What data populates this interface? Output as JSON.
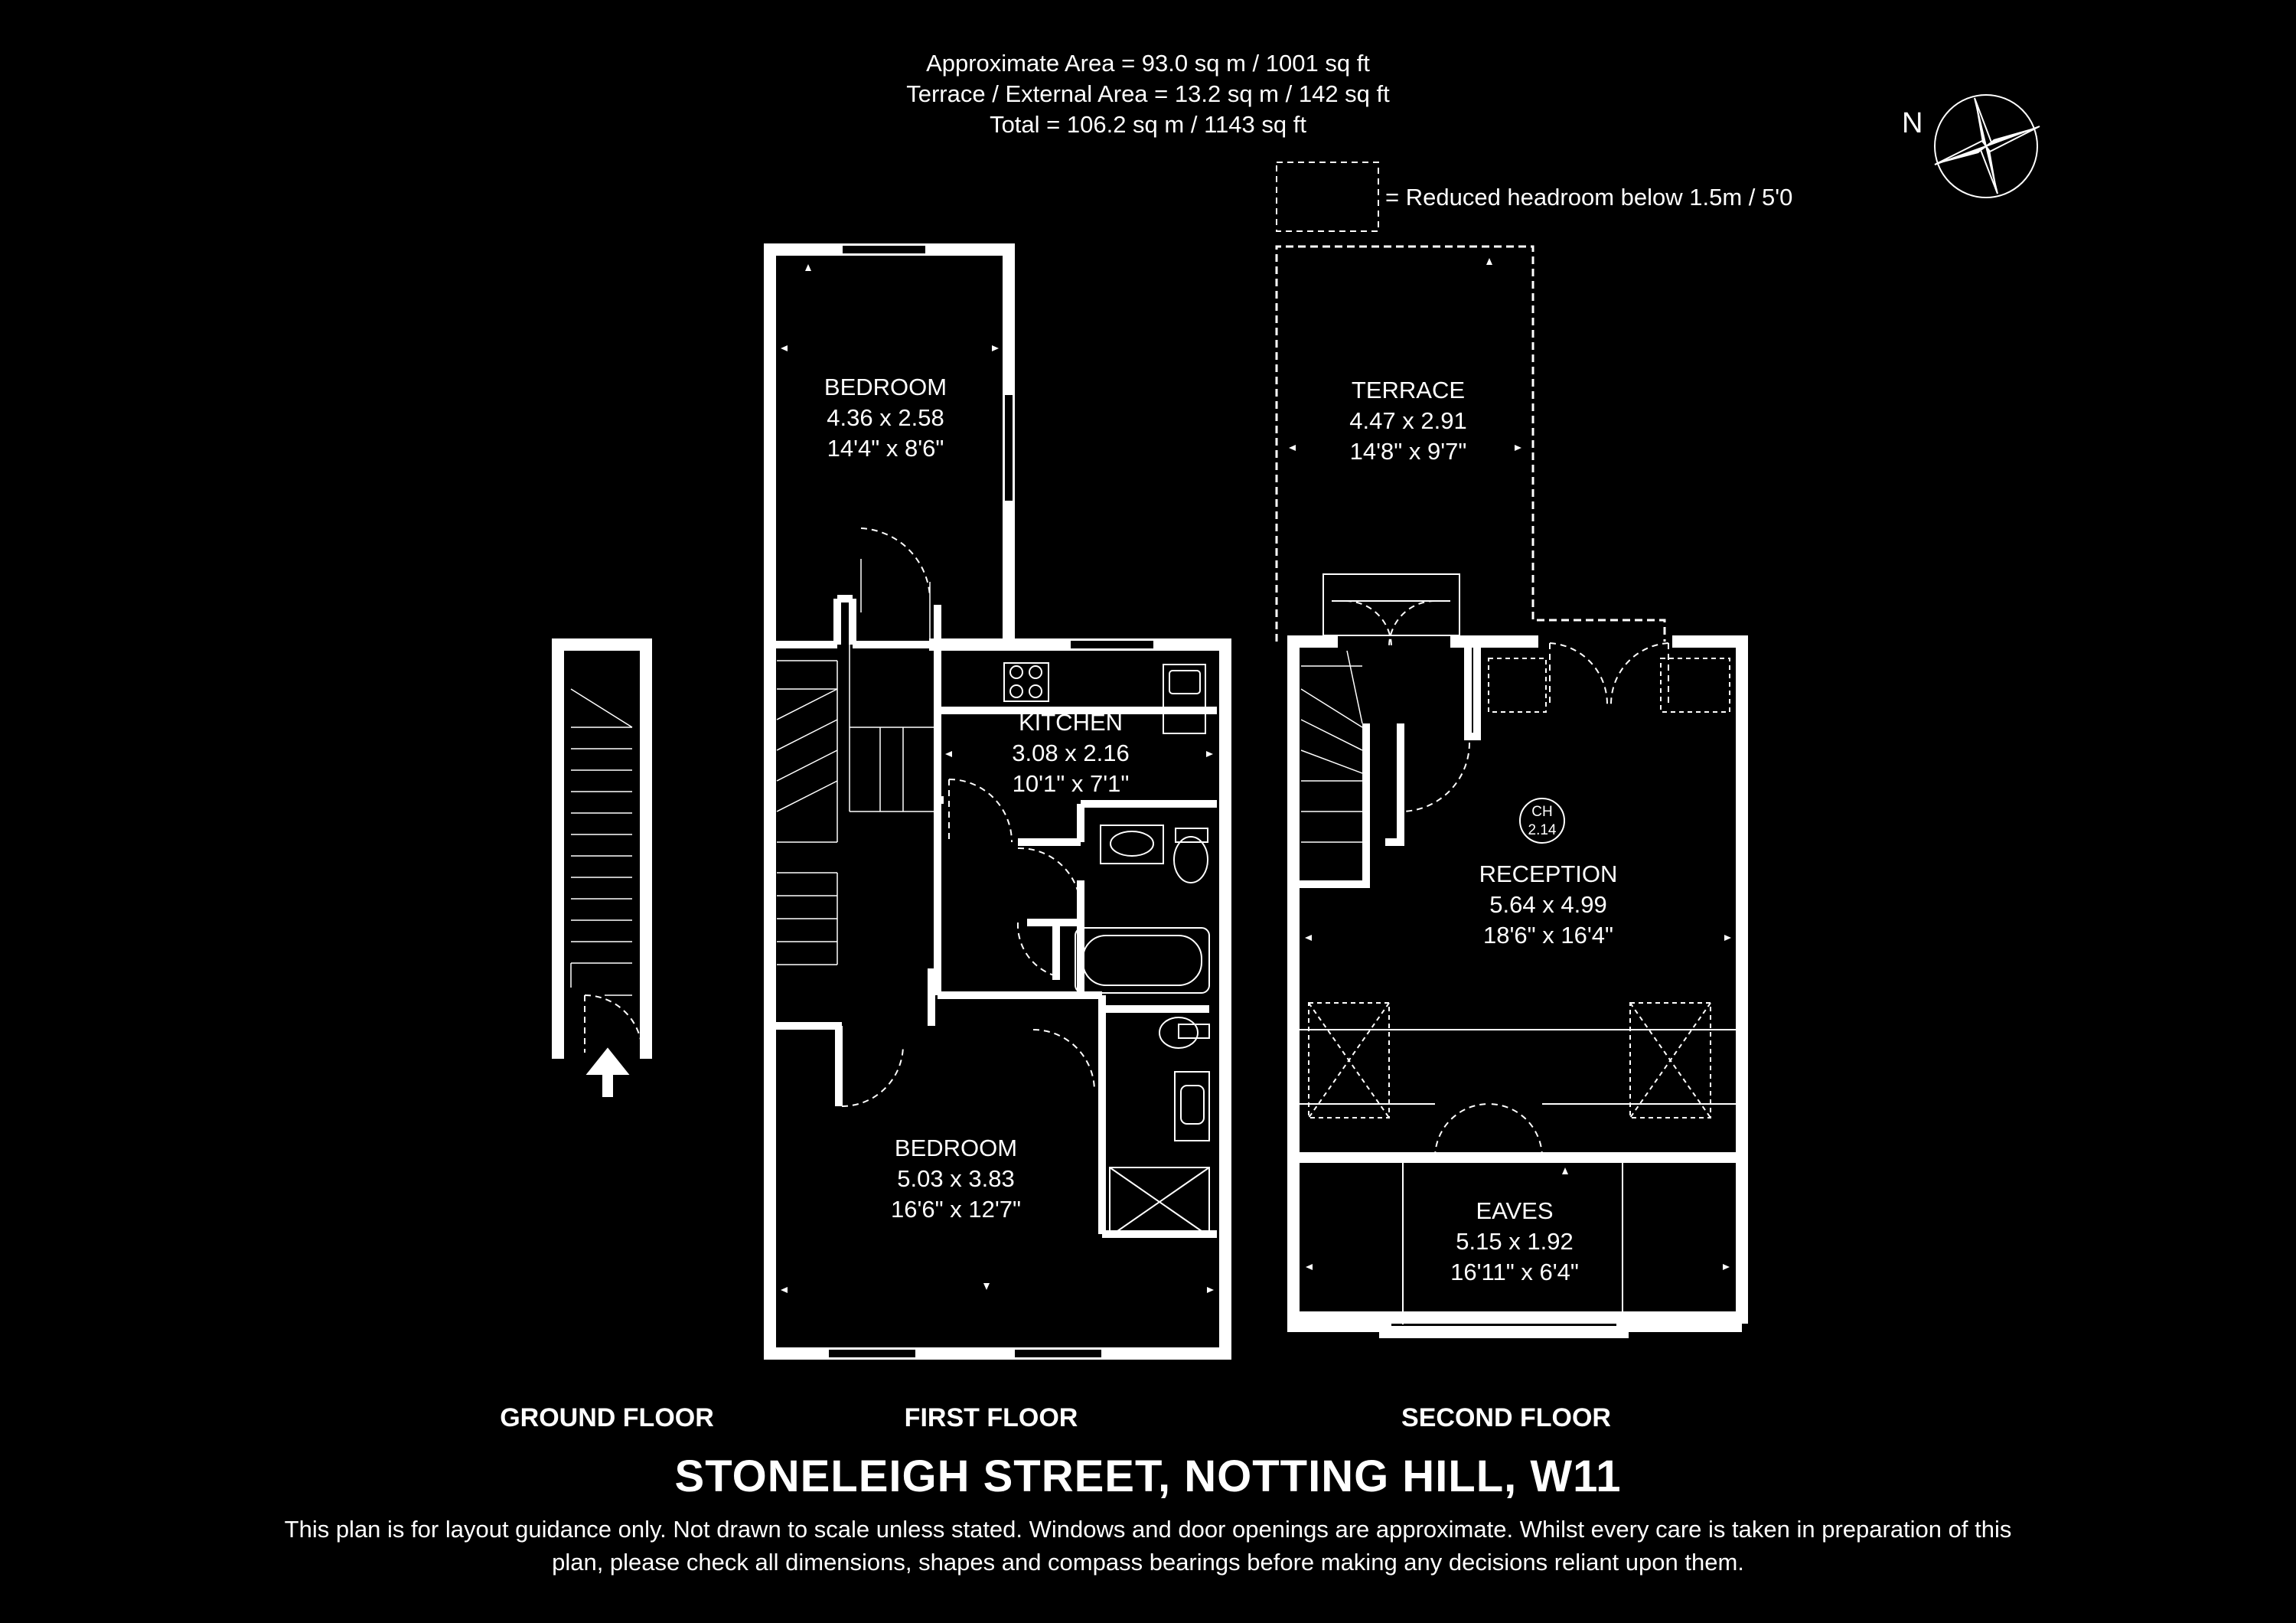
{
  "header": {
    "line1": "Approximate Area = 93.0 sq m / 1001 sq ft",
    "line2": "Terrace / External Area = 13.2 sq m / 142 sq ft",
    "line3": "Total = 106.2 sq m / 1143 sq ft"
  },
  "legend": {
    "text": "= Reduced headroom below 1.5m / 5'0"
  },
  "compass": {
    "label": "N",
    "icon": "compass-rose-icon"
  },
  "rooms": {
    "bedroom1": {
      "name": "BEDROOM",
      "metric": "4.36 x 2.58",
      "imperial": "14'4\" x 8'6\""
    },
    "kitchen": {
      "name": "KITCHEN",
      "metric": "3.08 x 2.16",
      "imperial": "10'1\" x 7'1\""
    },
    "bedroom2": {
      "name": "BEDROOM",
      "metric": "5.03 x 3.83",
      "imperial": "16'6\" x 12'7\""
    },
    "terrace": {
      "name": "TERRACE",
      "metric": "4.47 x 2.91",
      "imperial": "14'8\" x 9'7\""
    },
    "reception": {
      "name": "RECEPTION",
      "metric": "5.64 x 4.99",
      "imperial": "18'6\" x 16'4\""
    },
    "eaves": {
      "name": "EAVES",
      "metric": "5.15 x 1.92",
      "imperial": "16'11\" x 6'4\""
    }
  },
  "ceiling_height": {
    "label": "CH",
    "value": "2.14"
  },
  "floors": {
    "ground": "GROUND FLOOR",
    "first": "FIRST FLOOR",
    "second": "SECOND FLOOR"
  },
  "title": "STONELEIGH STREET, NOTTING HILL, W11",
  "disclaimer": {
    "line1": "This plan is for layout guidance only. Not drawn to scale unless stated. Windows and door openings are approximate. Whilst every care is taken in preparation of this",
    "line2": "plan, please check all dimensions, shapes and compass bearings before making any decisions reliant upon them."
  }
}
